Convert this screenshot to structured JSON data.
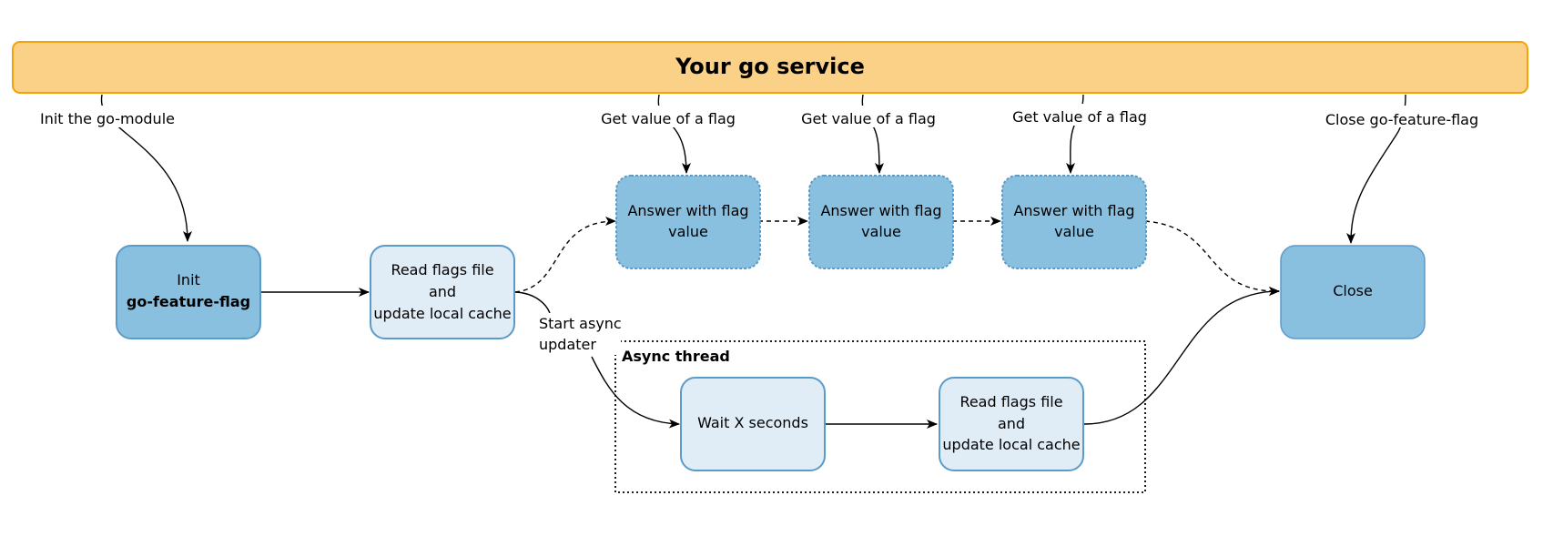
{
  "banner": {
    "title": "Your go service",
    "fill": "#fbd087",
    "stroke": "#f0a30a"
  },
  "colors": {
    "dark_node_fill": "#89c0e0",
    "light_node_fill": "#e0ecf6",
    "node_stroke": "#5b9bc9",
    "edge": "#000000"
  },
  "nodes": {
    "init": {
      "line1": "Init",
      "line2": "go-feature-flag"
    },
    "read_flags": {
      "line1": "Read flags file",
      "line2": "and",
      "line3": "update local cache"
    },
    "answer1": {
      "line1": "Answer with flag",
      "line2": "value"
    },
    "answer2": {
      "line1": "Answer with flag",
      "line2": "value"
    },
    "answer3": {
      "line1": "Answer with flag",
      "line2": "value"
    },
    "close": {
      "line1": "Close"
    },
    "wait": {
      "line1": "Wait X seconds"
    },
    "read_flags_async": {
      "line1": "Read flags file",
      "line2": "and",
      "line3": "update local cache"
    }
  },
  "group": {
    "title": "Async thread"
  },
  "labels": {
    "init_module": "Init the go-module",
    "get_value_1": "Get value of a flag",
    "get_value_2": "Get value of a flag",
    "get_value_3": "Get value of a flag",
    "close_ff": "Close go-feature-flag",
    "start_async_1": "Start async",
    "start_async_2": "updater"
  }
}
